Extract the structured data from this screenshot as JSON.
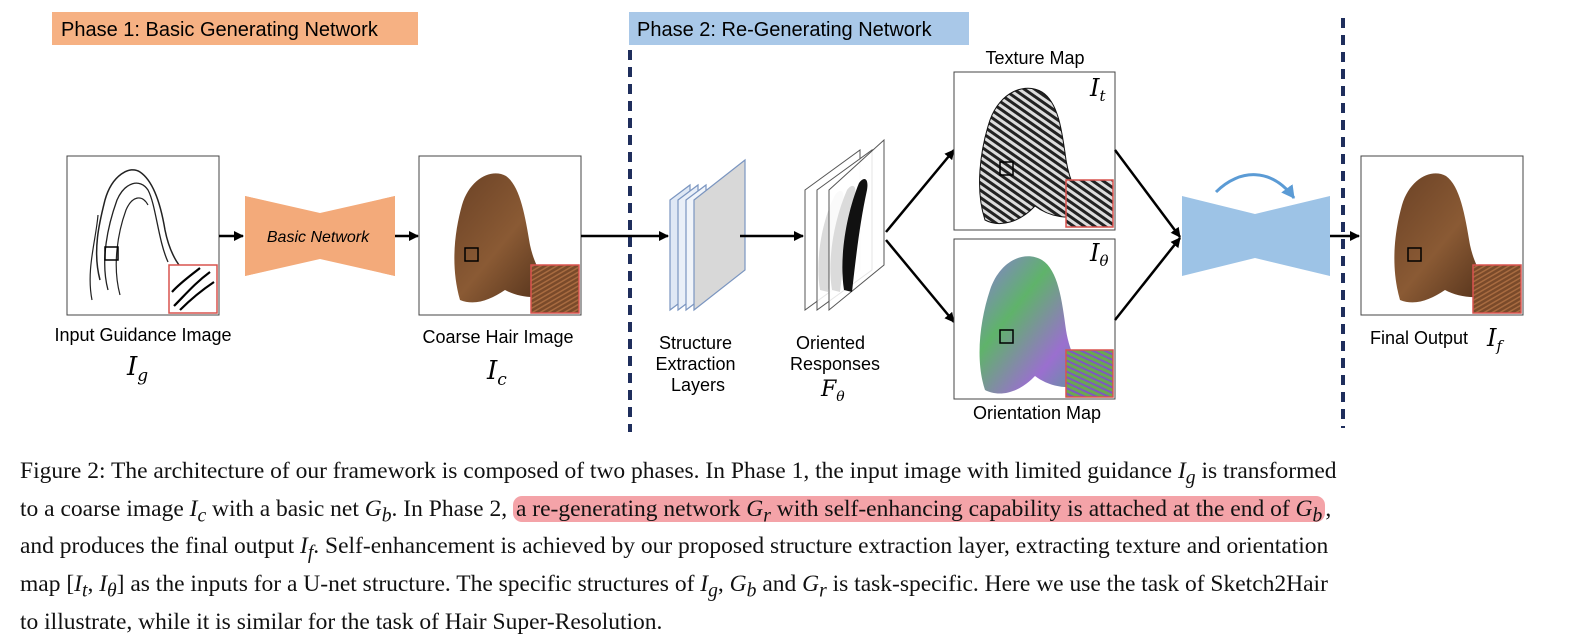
{
  "colors": {
    "phase1": "#f6b183",
    "phase2": "#a9c8e8",
    "basic_net": "#f3aa7a",
    "regen_net": "#9dc3e6",
    "divider": "#1f2e5c",
    "highlight": "#f4a3a8",
    "inset_border": "#d9534f"
  },
  "figure": {
    "phase1_label": "Phase 1: Basic Generating Network",
    "phase2_label": "Phase 2: Re-Generating Network",
    "basic_network_label": "Basic Network",
    "input_label": "Input Guidance Image",
    "input_symbol": "I",
    "input_sub": "g",
    "coarse_label": "Coarse Hair Image",
    "coarse_symbol": "I",
    "coarse_sub": "c",
    "structure_label": [
      "Structure",
      "Extraction",
      "Layers"
    ],
    "oriented_label": [
      "Oriented",
      "Responses"
    ],
    "oriented_symbol": "F",
    "oriented_sub": "θ",
    "texture_label": "Texture Map",
    "texture_symbol": "I",
    "texture_sub": "t",
    "orientation_label": "Orientation Map",
    "orientation_symbol": "I",
    "orientation_sub": "θ",
    "final_label": "Final Output",
    "final_symbol": "I",
    "final_sub": "f"
  },
  "caption": {
    "l1a": "Figure 2: The architecture of our framework is composed of two phases. In Phase 1, the input image with limited guidance ",
    "l1m": "I",
    "l1ms": "g",
    "l1b": " is transformed",
    "l2a": "to a coarse image ",
    "l2m1": "I",
    "l2m1s": "c",
    "l2b": " with a basic net ",
    "l2m2": "G",
    "l2m2s": "b",
    "l2c": ". In Phase 2, ",
    "l2h1": "a re-generating network ",
    "l2m3": "G",
    "l2m3s": "r",
    "l2h2": " with self-enhancing capability is attached at the end of ",
    "l2m4": "G",
    "l2m4s": "b",
    "l2d": ",",
    "l3a": "and produces the final output ",
    "l3m": "I",
    "l3ms": "f",
    "l3b": ". Self-enhancement is achieved by our proposed structure extraction layer, extracting texture and orientation",
    "l4a": "map [",
    "l4m1": "I",
    "l4m1s": "t",
    "l4b": ", ",
    "l4m2": "I",
    "l4m2s": "θ",
    "l4c": "] as the inputs for a U-net structure. The specific structures of ",
    "l4m3": "I",
    "l4m3s": "g",
    "l4d": ", ",
    "l4m4": "G",
    "l4m4s": "b",
    "l4e": " and ",
    "l4m5": "G",
    "l4m5s": "r",
    "l4f": " is task-specific. Here we use the task of Sketch2Hair",
    "l5": "to illustrate, while it is similar for the task of Hair Super-Resolution."
  }
}
